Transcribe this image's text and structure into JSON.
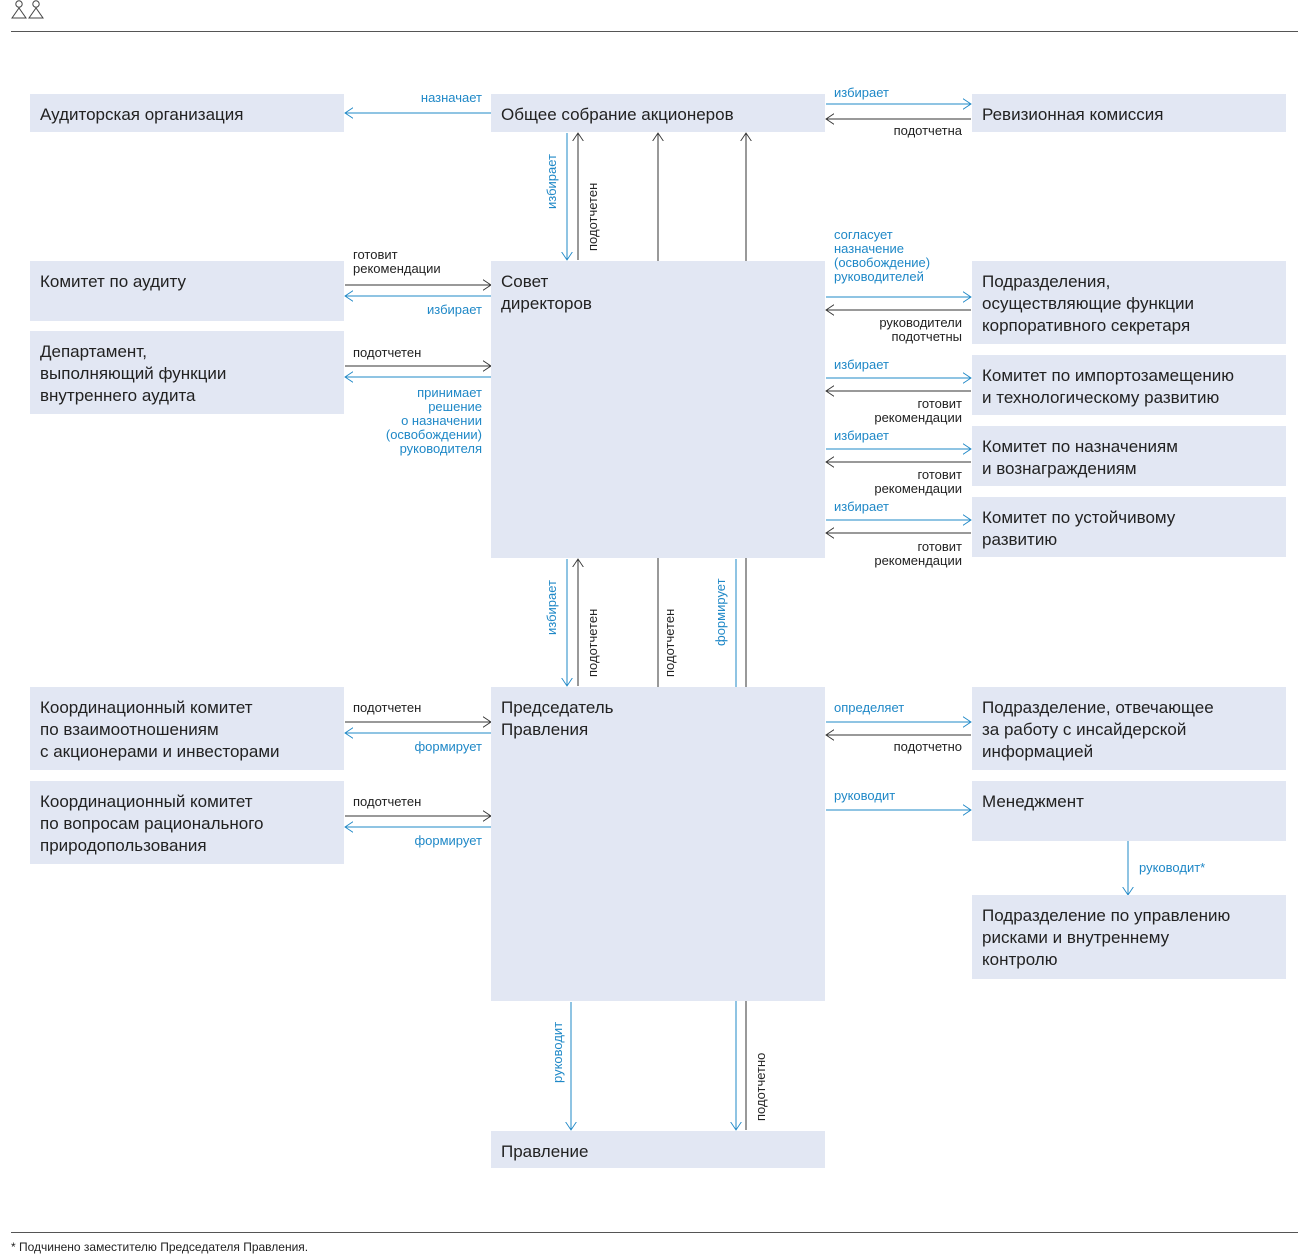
{
  "boxes": {
    "audit_org": "Аудиторская организация",
    "gsm": "Общее собрание акционеров",
    "revision": "Ревизионная комиссия",
    "audit_committee": "Комитет по аудиту",
    "board": "Совет\nдиректоров",
    "corp_secretary": "Подразделения,\nосуществляющие функции\nкорпоративного секретаря",
    "internal_audit": "Департамент,\nвыполняющий функции\nвнутреннего аудита",
    "import_committee": "Комитет по импортозамещению\nи технологическому развитию",
    "nomination_committee": "Комитет по назначениям\nи вознаграждениям",
    "sustainability_committee": "Комитет по устойчивому\nразвитию",
    "coord_shareholders": "Координационный комитет\nпо взаимоотношениям\nс акционерами и инвесторами",
    "chairman": "Председатель\nПравления",
    "insider": "Подразделение, отвечающее\nза работу с инсайдерской\nинформацией",
    "coord_nature": "Координационный комитет\nпо вопросам рационального\nприродопользования",
    "management": "Менеджмент",
    "risk": "Подразделение по управлению\nрисками и внутреннему\nконтролю",
    "pravlenie": "Правление"
  },
  "labels": {
    "naznachaet": "назначает",
    "izbiraet_revision": "избирает",
    "podotchetna": "подотчетна",
    "gotovit_audit": "готовит\nрекомендации",
    "izbiraet_audit": "избирает",
    "soglasuet": "согласует\nназначение\n(освобождение)\nруководителей",
    "rukovoditeli_podotchetny": "руководители\nподотчетны",
    "podotcheten_ia": "подотчетен",
    "prinimaet": "принимает\nрешение\nо назначении\n(освобождении)\nруководителя",
    "izbiraet_import": "избирает",
    "gotovit_import": "готовит\nрекомендации",
    "izbiraet_nomination": "избирает",
    "gotovit_nomination": "готовит\nрекомендации",
    "izbiraet_sustain": "избирает",
    "gotovit_sustain": "готовит\nрекомендации",
    "podotcheten_cs": "подотчетен",
    "formiruet_cs": "формирует",
    "opredelyaet": "определяет",
    "podotchetno_insider": "подотчетно",
    "podotcheten_cn": "подотчетен",
    "formiruet_cn": "формирует",
    "rukovodit_mgmt": "руководит",
    "rukovodit_risk": "руководит*",
    "v_izbiraet_board": "избирает",
    "v_podotchet_board": "подотчетен",
    "v_izbiraet_chair": "избирает",
    "v_podotchet_chair": "подотчетен",
    "v_podotchet_chair_gsm": "подотчетен",
    "v_formiruet_pravl": "формирует",
    "v_rukovodit_pravl": "руководит",
    "v_podotchetno_pravl": "подотчетно"
  },
  "footnote": "* Подчинено заместителю Председателя Правления.",
  "colors": {
    "box_fill": "#e2e7f3",
    "accent_blue": "#1f88c7",
    "dark_line": "#333333"
  },
  "icons": [
    "people-icon"
  ]
}
